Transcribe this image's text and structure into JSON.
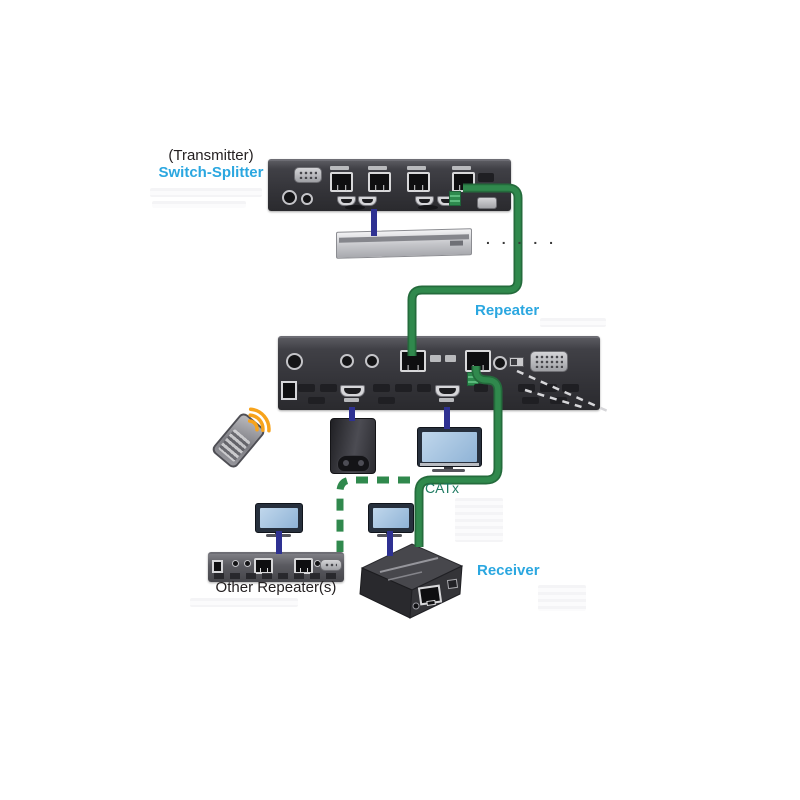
{
  "labels": {
    "transmitter_line1": "(Transmitter)",
    "transmitter_line2": "Switch-Splitter",
    "repeater": "Repeater",
    "catx": "CATx",
    "receiver": "Receiver",
    "other_repeaters": "Other Repeater(s)",
    "more_sources_dots": ". . . . ."
  },
  "colors": {
    "label_blue": "#2BA7E0",
    "label_black": "#231F20",
    "catx_text": "#1E7B62",
    "cable_green": "#30894D",
    "cable_blue": "#2E3192",
    "ir_orange": "#F7A31C"
  }
}
